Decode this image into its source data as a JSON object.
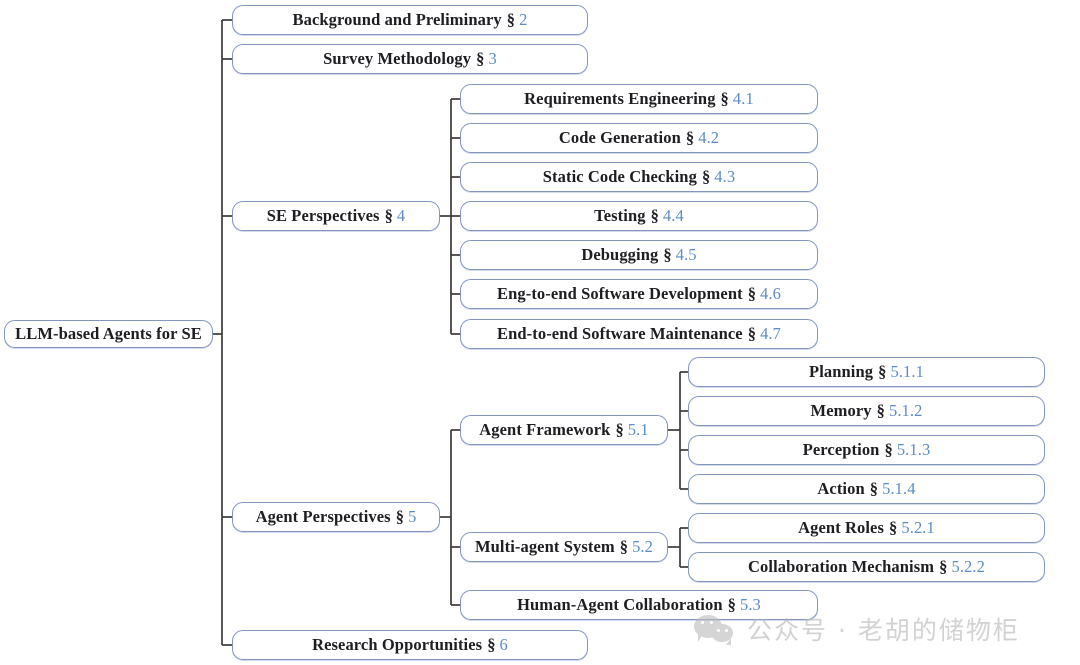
{
  "figure": {
    "type": "tree-taxonomy",
    "root": {
      "label": "LLM-based Agents for SE",
      "section": "",
      "number": ""
    }
  },
  "colors": {
    "node_border": "#8296c0",
    "node_fill": "#ffffff",
    "label_text": "#1d1d22",
    "section_number": "#5b8cc8",
    "edge": "#3a3a3a",
    "watermark": "#bcbcbc"
  },
  "section_symbol": "§",
  "nodes": {
    "root": {
      "label": "LLM-based Agents for SE",
      "number": ""
    },
    "level1": [
      {
        "label": "Background and Preliminary",
        "number": "2"
      },
      {
        "label": "Survey Methodology",
        "number": "3"
      },
      {
        "label": "SE Perspectives",
        "number": "4"
      },
      {
        "label": "Agent Perspectives",
        "number": "5"
      },
      {
        "label": "Research Opportunities",
        "number": "6"
      }
    ],
    "se_perspectives_children": [
      {
        "label": "Requirements Engineering",
        "number": "4.1"
      },
      {
        "label": "Code Generation",
        "number": "4.2"
      },
      {
        "label": "Static Code Checking",
        "number": "4.3"
      },
      {
        "label": "Testing",
        "number": "4.4"
      },
      {
        "label": "Debugging",
        "number": "4.5"
      },
      {
        "label": "Eng-to-end Software Development",
        "number": "4.6"
      },
      {
        "label": "End-to-end Software Maintenance",
        "number": "4.7"
      }
    ],
    "agent_perspectives_children": [
      {
        "label": "Agent Framework",
        "number": "5.1"
      },
      {
        "label": "Multi-agent System",
        "number": "5.2"
      },
      {
        "label": "Human-Agent Collaboration",
        "number": "5.3"
      }
    ],
    "agent_framework_children": [
      {
        "label": "Planning",
        "number": "5.1.1"
      },
      {
        "label": "Memory",
        "number": "5.1.2"
      },
      {
        "label": "Perception",
        "number": "5.1.3"
      },
      {
        "label": "Action",
        "number": "5.1.4"
      }
    ],
    "multi_agent_system_children": [
      {
        "label": "Agent Roles",
        "number": "5.2.1"
      },
      {
        "label": "Collaboration Mechanism",
        "number": "5.2.2"
      }
    ]
  },
  "watermark": {
    "text": "公众号 · 老胡的储物柜",
    "icon": "wechat-logo"
  }
}
